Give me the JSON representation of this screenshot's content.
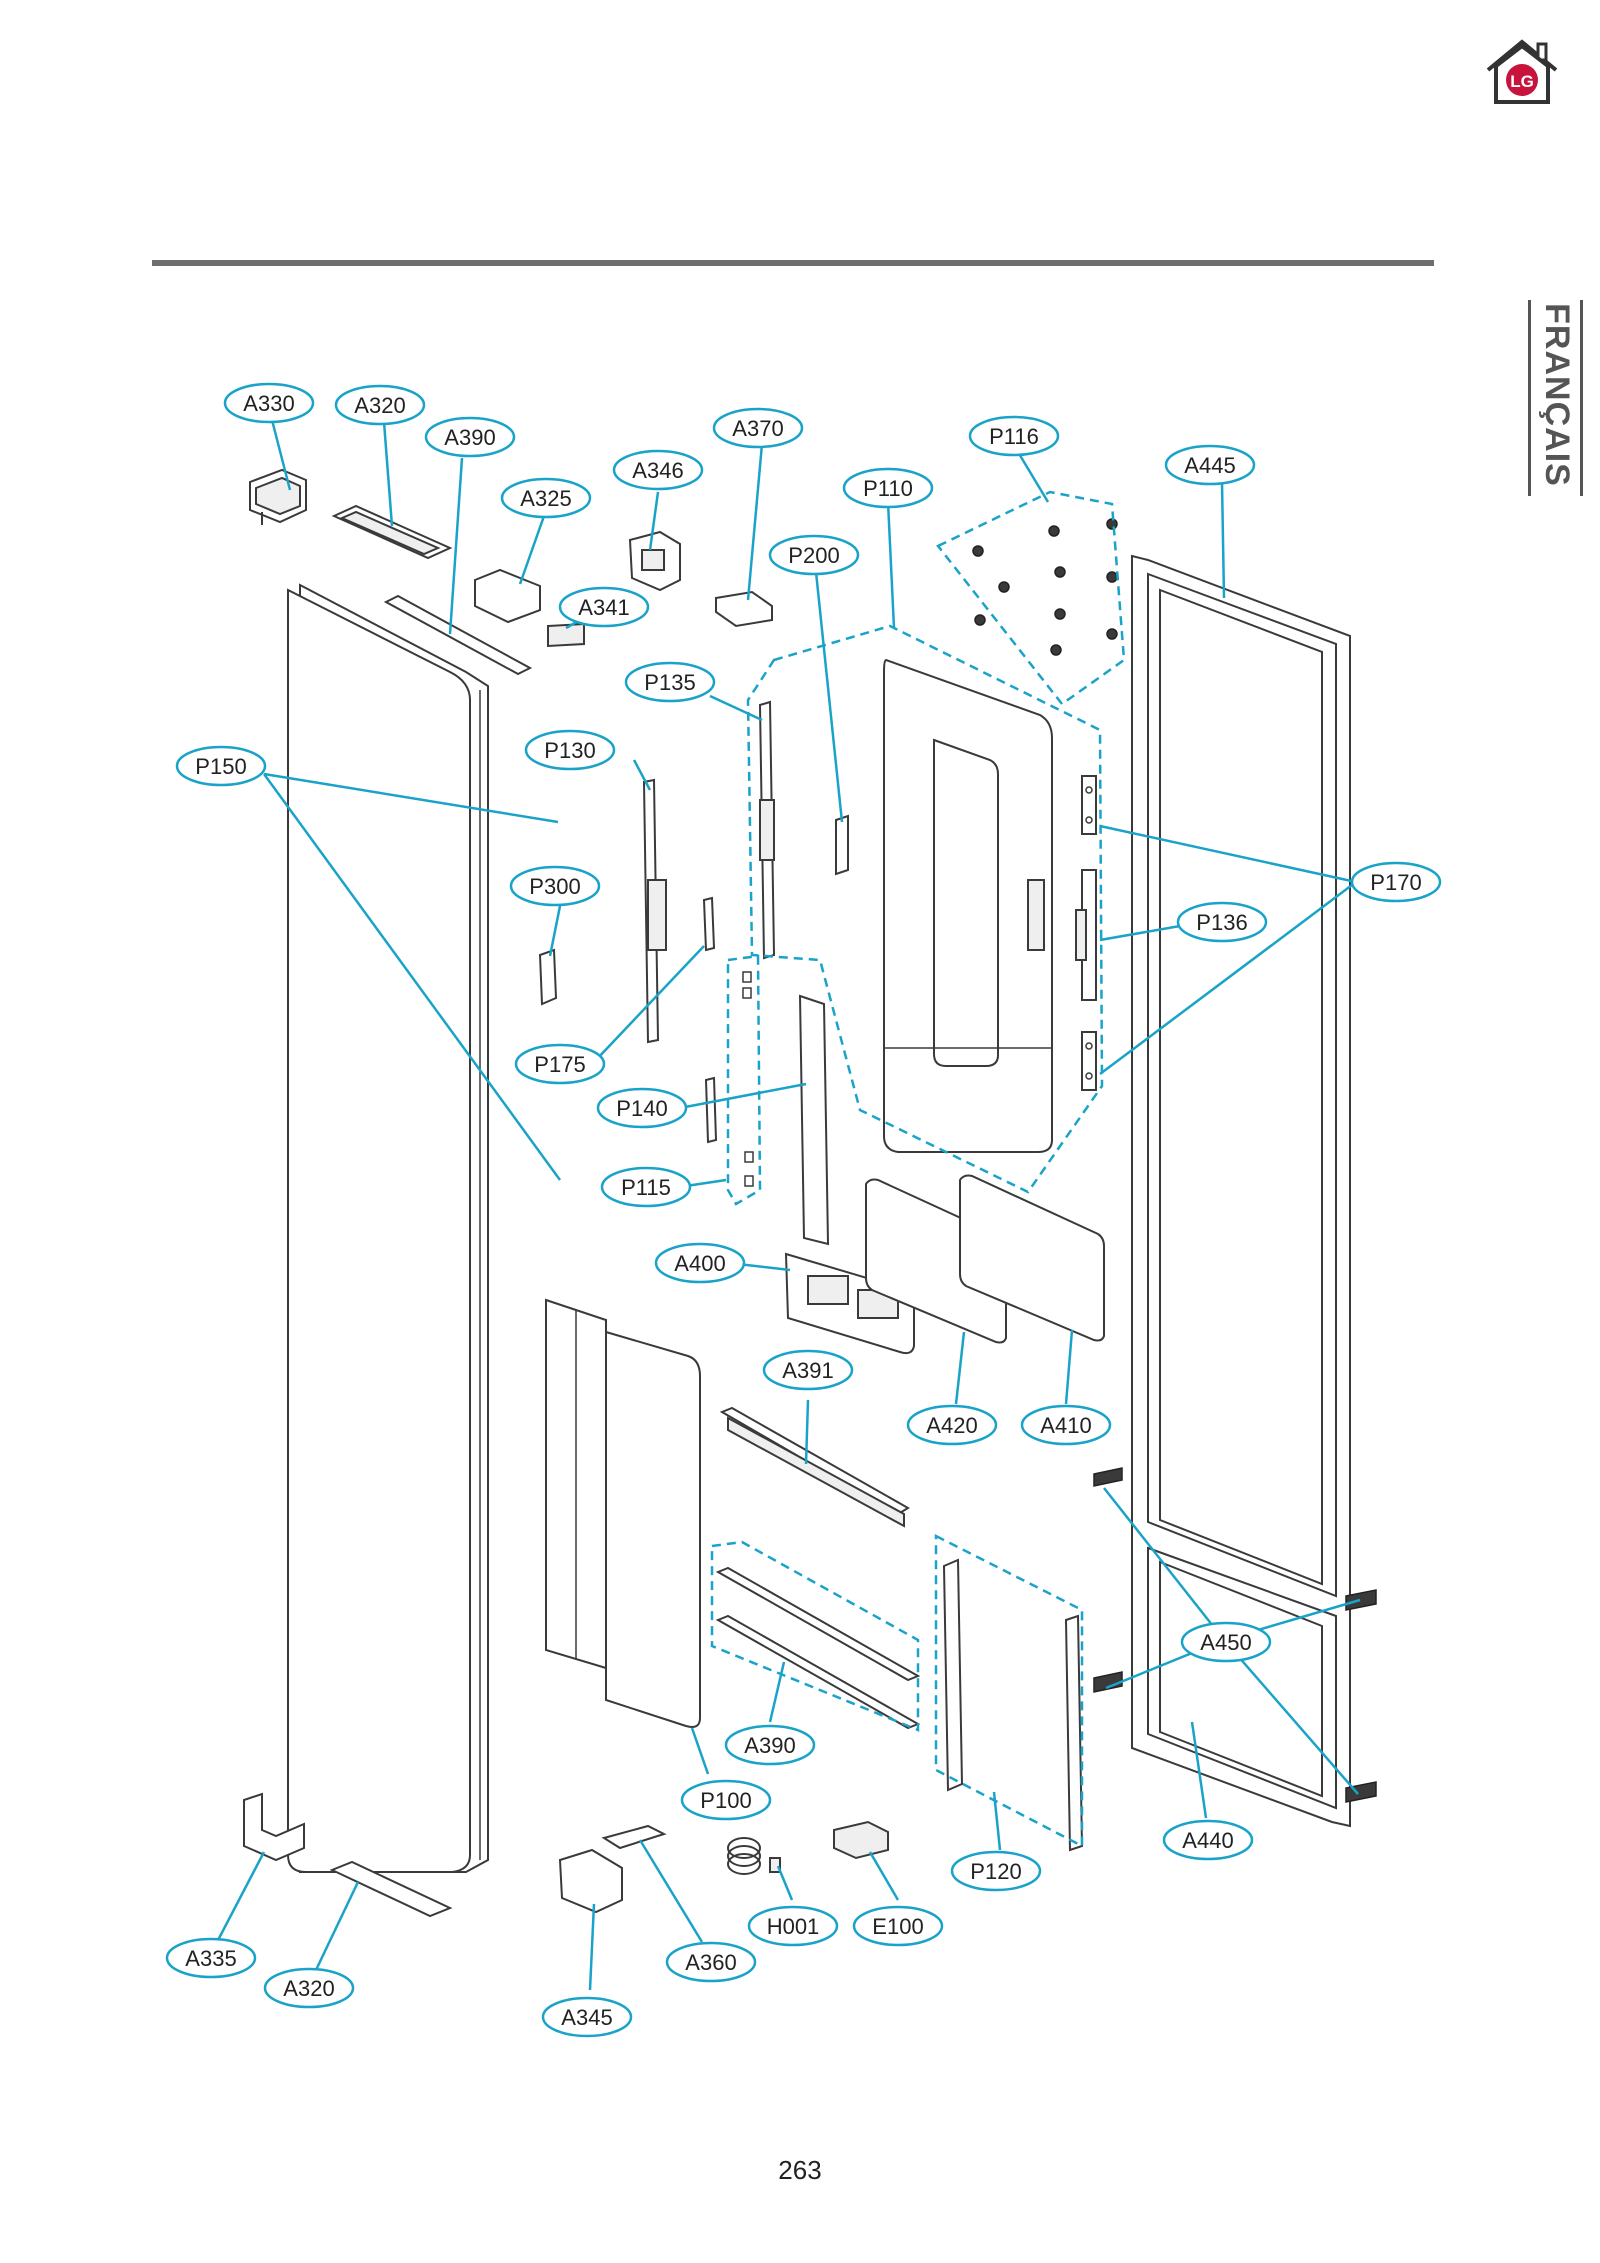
{
  "header": {
    "language": "FRANÇAIS",
    "logo_icon": "lg-home-logo-icon"
  },
  "footer": {
    "page_number": "263"
  },
  "colors": {
    "callout": "#1aa3c8",
    "rule": "#6e6e6e",
    "logo_red": "#c8143c"
  },
  "labels": [
    "A330",
    "A320",
    "A390",
    "A325",
    "A346",
    "A341",
    "A370",
    "P116",
    "P110",
    "P200",
    "A445",
    "P135",
    "P130",
    "P150",
    "P300",
    "P170",
    "P136",
    "P175",
    "P140",
    "P115",
    "A400",
    "A391",
    "A420",
    "A410",
    "A450",
    "A390",
    "P100",
    "P120",
    "A440",
    "H001",
    "E100",
    "A360",
    "A335",
    "A320",
    "A345"
  ]
}
